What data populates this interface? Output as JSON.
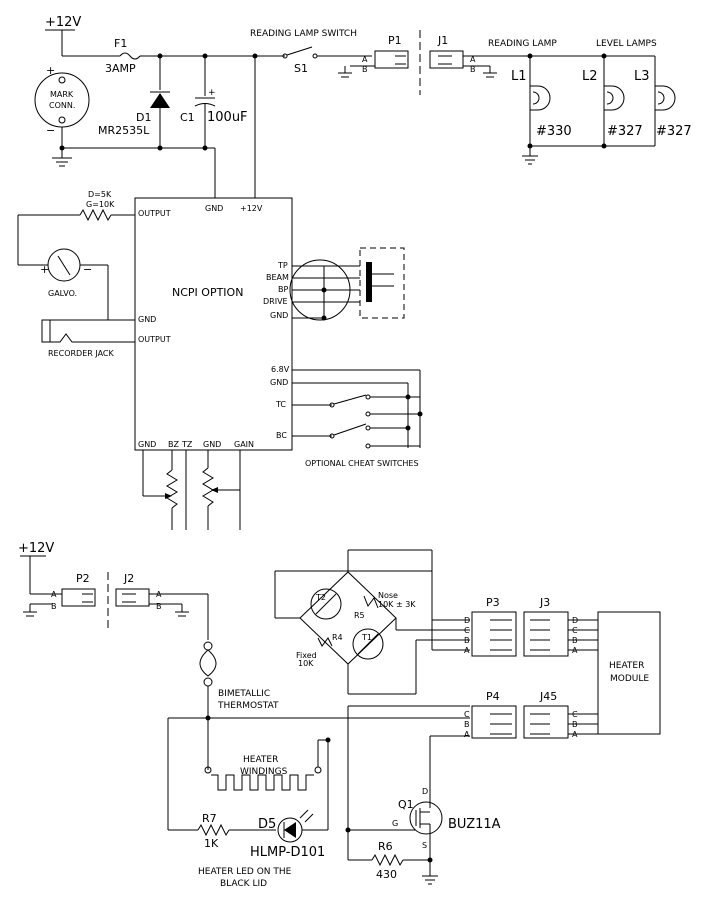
{
  "labels": {
    "supply_top": "+12V",
    "fuse_ref": "F1",
    "fuse_val": "3AMP",
    "diode_ref": "D1",
    "diode_val": "MR2535L",
    "cap_ref": "C1",
    "cap_val": "100uF",
    "mark_conn_1": "MARK",
    "mark_conn_2": "CONN.",
    "plus": "+",
    "minus": "−",
    "reading_switch": "READING LAMP SWITCH",
    "s1": "S1",
    "p1": "P1",
    "j1": "J1",
    "reading_lamp": "READING LAMP",
    "level_lamps": "LEVEL LAMPS",
    "l1": "L1",
    "l2": "L2",
    "l3": "L3",
    "l1_val": "#330",
    "l2_val": "#327",
    "l3_val": "#327",
    "pin_a": "A",
    "pin_b": "B",
    "pin_c": "C",
    "pin_d": "D",
    "res_d": "D=5K",
    "res_g": "G=10K",
    "galvo": "GALVO.",
    "recorder_jack": "RECORDER JACK",
    "output": "OUTPUT",
    "gnd": "GND",
    "v12": "+12V",
    "ncpi": "NCPI OPTION",
    "tp": "TP",
    "beam": "BEAM",
    "bp": "BP",
    "drive": "DRIVE",
    "v68": "6.8V",
    "tc": "TC",
    "bc": "BC",
    "bz": "BZ",
    "tz": "TZ",
    "gain": "GAIN",
    "cheat": "OPTIONAL CHEAT SWITCHES",
    "supply_bottom": "+12V",
    "p2": "P2",
    "j2": "J2",
    "t2": "T2",
    "t1": "T1",
    "nose": "Nose",
    "nose_val": "10K ± 3K",
    "r5": "R5",
    "r4": "R4",
    "fixed": "Fixed",
    "fixed_val": "10K",
    "p3": "P3",
    "j3": "J3",
    "heater_module_1": "HEATER",
    "heater_module_2": "MODULE",
    "bimetal_1": "BIMETALLIC",
    "bimetal_2": "THERMOSTAT",
    "p4": "P4",
    "j45": "J45",
    "windings_1": "HEATER",
    "windings_2": "WINDINGS",
    "q1": "Q1",
    "buz": "BUZ11A",
    "gate": "G",
    "source": "S",
    "r7": "R7",
    "r7_val": "1K",
    "d5": "D5",
    "d5_val": "HLMP-D101",
    "r6": "R6",
    "r6_val": "430",
    "led_note_1": "HEATER LED ON THE",
    "led_note_2": "BLACK LID"
  }
}
